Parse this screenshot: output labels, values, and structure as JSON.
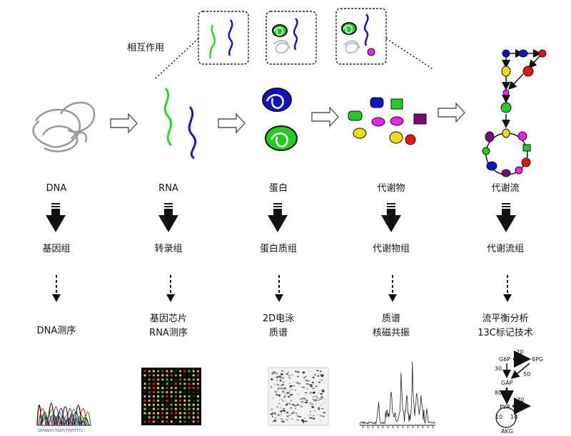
{
  "interaction_label": "相互作用",
  "columns": [
    {
      "molecule": "DNA",
      "omics": "基因组",
      "methods": [
        "DNA测序"
      ]
    },
    {
      "molecule": "RNA",
      "omics": "转录组",
      "methods": [
        "基因芯片",
        "RNA测序"
      ]
    },
    {
      "molecule": "蛋白",
      "omics": "蛋白质组",
      "methods": [
        "2D电泳",
        "质谱"
      ]
    },
    {
      "molecule": "代谢物",
      "omics": "代谢物组",
      "methods": [
        "质谱",
        "核磁共振"
      ]
    },
    {
      "molecule": "代谢流",
      "omics": "代谢流组",
      "methods": [
        "流平衡分析",
        "13C标记技术"
      ]
    }
  ],
  "sequence_letters": "GATAAATCTGGTCTTATTTCC",
  "flux_map": {
    "nodes": [
      "G6P",
      "6PG",
      "GAP",
      "PYR",
      "AKG"
    ],
    "values": [
      "70",
      "30",
      "50",
      "80",
      "70",
      "10",
      "10"
    ]
  },
  "colors": {
    "dna": "#999999",
    "rna_green": "#22dd22",
    "rna_blue": "#1515cc",
    "blue": "#1111cc",
    "green": "#22cc22",
    "magenta": "#ee22ee",
    "yellow": "#eedd11",
    "red": "#ee1111",
    "purple": "#7a0a7a"
  }
}
